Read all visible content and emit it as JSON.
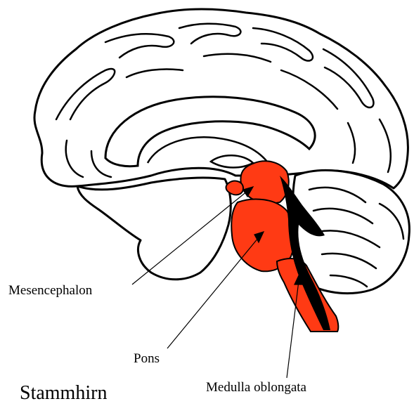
{
  "labels": {
    "mesencephalon": "Mesencephalon",
    "pons": "Pons",
    "medulla": "Medulla oblongata",
    "title": "Stammhirn"
  },
  "colors": {
    "brainstem": "#ff3a14",
    "outline": "#000000",
    "background": "#ffffff"
  }
}
